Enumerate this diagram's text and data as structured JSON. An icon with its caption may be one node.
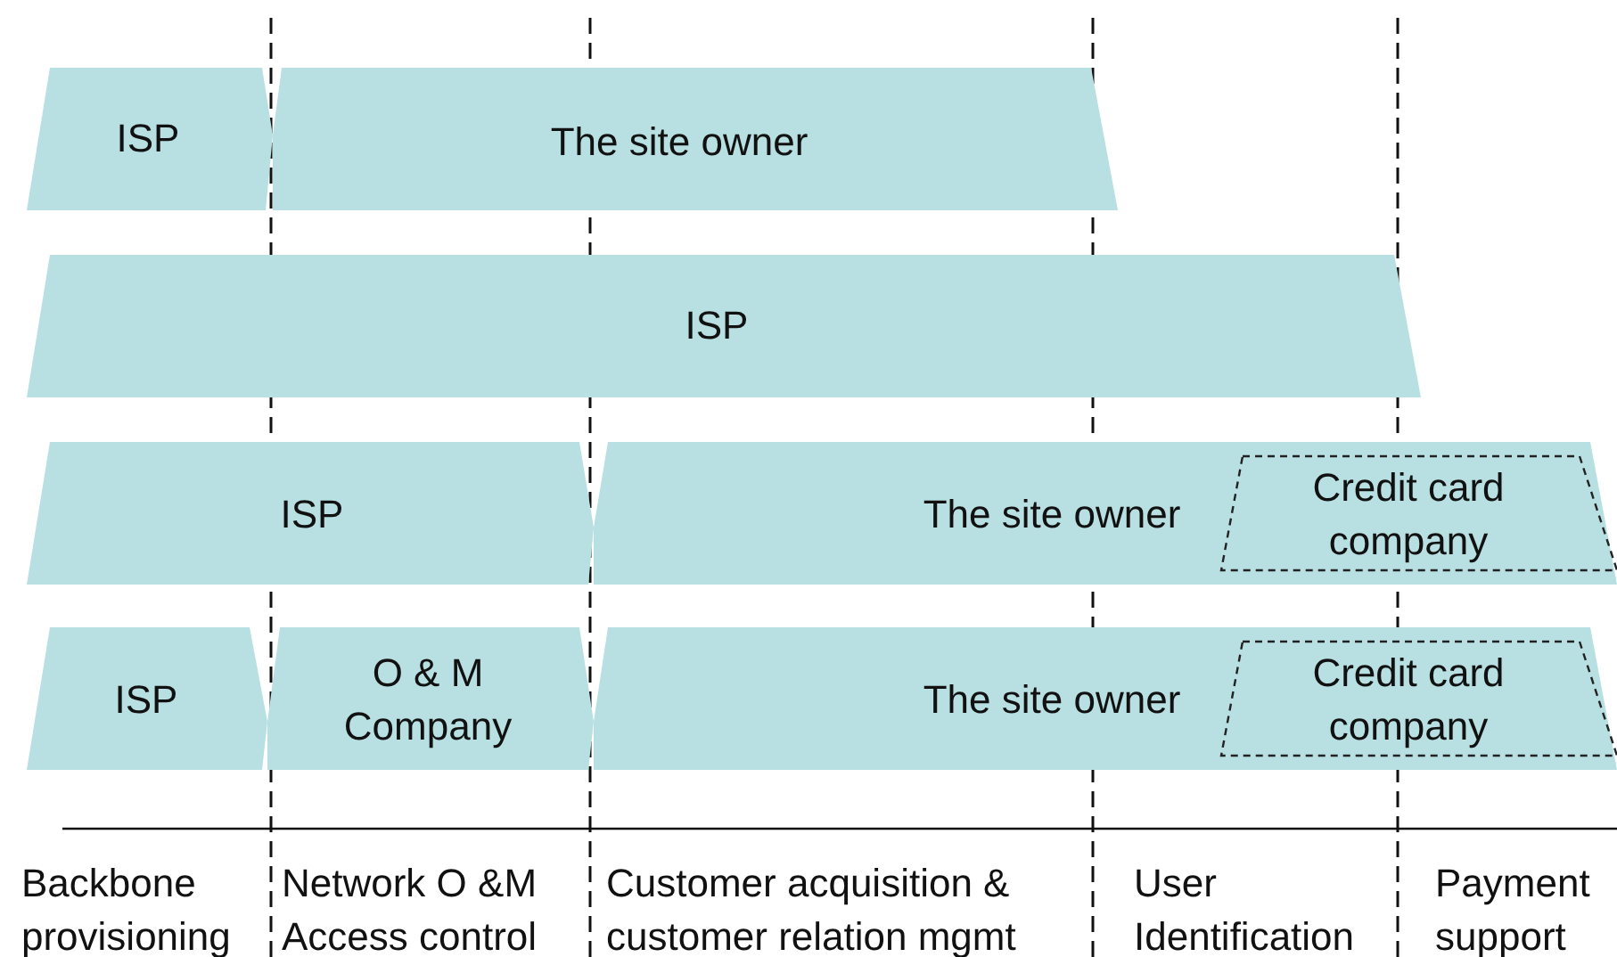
{
  "diagram": {
    "nodes": [
      {
        "text": [
          "ISP"
        ]
      },
      {
        "text": [
          "The site owner"
        ]
      },
      {
        "text": [
          "ISP"
        ]
      },
      {
        "text": [
          "ISP"
        ]
      },
      {
        "text": [
          "The site owner"
        ]
      },
      {
        "text": [
          "Credit card company"
        ],
        "in": 4
      },
      {
        "text": [
          "ISP"
        ]
      },
      {
        "text": [
          "O & M Company"
        ]
      },
      {
        "text": [
          "The site owner"
        ]
      },
      {
        "text": [
          "Credit card company"
        ],
        "in": 8
      }
    ],
    "edges": [],
    "labels": [
      "Backbone provisioning",
      "Network O &M Access control",
      "Customer acquisition & customer relation mgmt",
      "User Identification",
      "Payment support"
    ]
  }
}
